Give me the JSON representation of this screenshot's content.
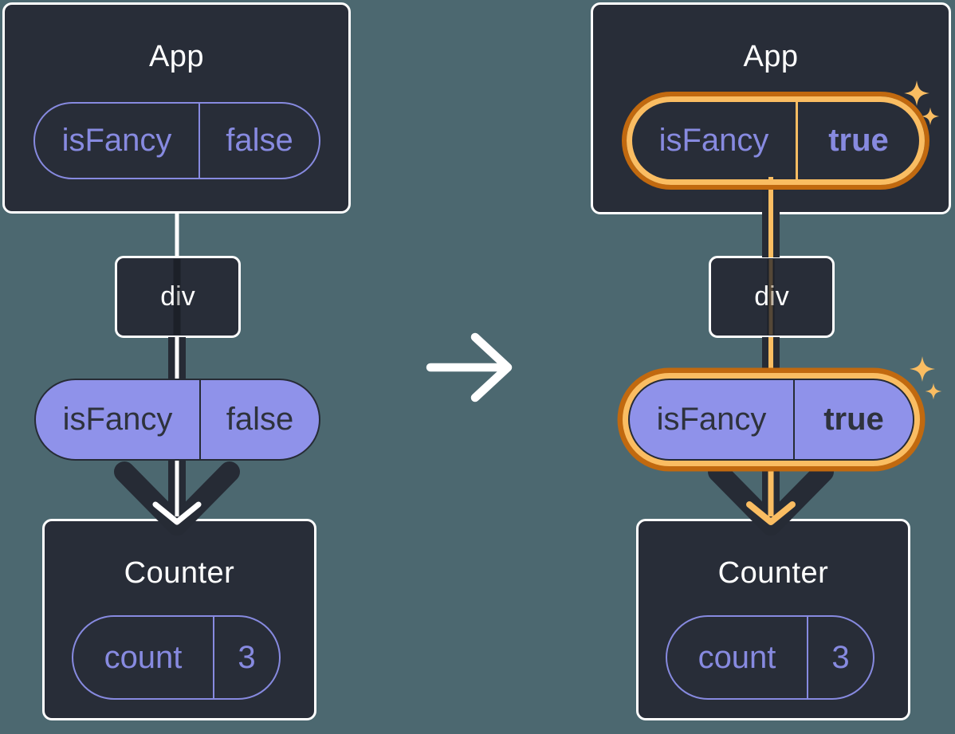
{
  "colors": {
    "background": "#4C6870",
    "node_fill": "#282D38",
    "node_border": "#FFFFFF",
    "accent_purple": "#878AE0",
    "pill_fill_purple": "#8F92EA",
    "dark_text": "#2E323C",
    "flow_dark": "#262B35",
    "highlight_orange": "#FABD62",
    "highlight_orange_dark": "#C1690F",
    "tree_line": "#FFFFFF"
  },
  "icons": {
    "transition": "arrow-right-icon",
    "highlight": "sparkles-icon"
  },
  "diagrams": [
    {
      "name": "before",
      "app": {
        "title": "App",
        "state_key": "isFancy",
        "state_value": "false",
        "highlighted": false
      },
      "div_label": "div",
      "prop_key": "isFancy",
      "prop_value": "false",
      "prop_highlighted": false,
      "counter": {
        "title": "Counter",
        "state_key": "count",
        "state_value": "3"
      }
    },
    {
      "name": "after",
      "app": {
        "title": "App",
        "state_key": "isFancy",
        "state_value": "true",
        "highlighted": true
      },
      "div_label": "div",
      "prop_key": "isFancy",
      "prop_value": "true",
      "prop_highlighted": true,
      "counter": {
        "title": "Counter",
        "state_key": "count",
        "state_value": "3"
      }
    }
  ]
}
